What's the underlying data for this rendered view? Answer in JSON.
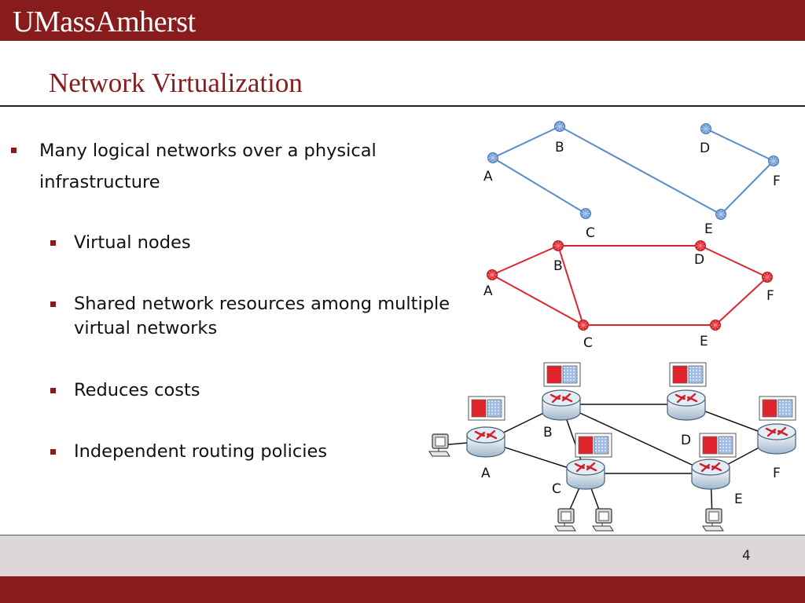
{
  "header": {
    "logo": "UMassAmherst"
  },
  "slide": {
    "title": "Network Virtualization",
    "bullet_main": "Many logical networks over a physical infrastructure",
    "sub_bullets": [
      "Virtual nodes",
      "Shared network resources among multiple virtual networks",
      "Reduces costs",
      "Independent routing policies"
    ],
    "page_number": "4"
  },
  "diagram": {
    "blue_network": {
      "labels": {
        "A": "A",
        "B": "B",
        "C": "C",
        "D": "D",
        "E": "E",
        "F": "F"
      }
    },
    "red_network": {
      "labels": {
        "A": "A",
        "B": "B",
        "C": "C",
        "D": "D",
        "E": "E",
        "F": "F"
      }
    },
    "physical_network": {
      "labels": {
        "A": "A",
        "B": "B",
        "C": "C",
        "D": "D",
        "E": "E",
        "F": "F"
      }
    }
  },
  "colors": {
    "brand": "#881c1c",
    "blue_net": "#5b8cc8",
    "red_net": "#e0242b"
  }
}
